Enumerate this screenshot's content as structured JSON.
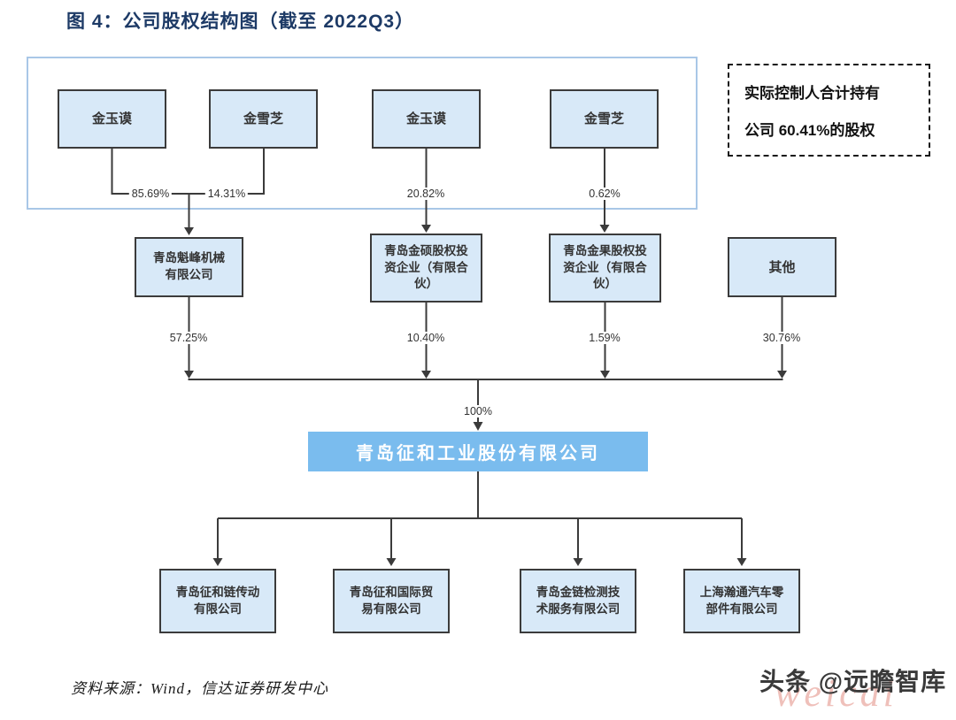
{
  "figure": {
    "title": "图 4：公司股权结构图（截至 2022Q3）",
    "source": "资料来源：Wind，信达证券研发中心"
  },
  "note_box": {
    "line1": "实际控制人合计持有",
    "line2": "公司 60.41%的股权"
  },
  "diagram": {
    "shareholders": [
      {
        "label": "金玉谟",
        "pct": "85.69%"
      },
      {
        "label": "金雪芝",
        "pct": "14.31%"
      },
      {
        "label": "金玉谟",
        "pct": "20.82%"
      },
      {
        "label": "金雪芝",
        "pct": "0.62%"
      }
    ],
    "holding_entities": [
      {
        "label": "青岛魁峰机械有限公司",
        "pct": "57.25%"
      },
      {
        "label": "青岛金硕股权投资企业（有限合伙）",
        "pct": "10.40%"
      },
      {
        "label": "青岛金果股权投资企业（有限合伙）",
        "pct": "1.59%"
      },
      {
        "label": "其他",
        "pct": "30.76%"
      }
    ],
    "company": {
      "label": "青岛征和工业股份有限公司",
      "pct": "100%"
    },
    "subsidiaries": [
      {
        "label": "青岛征和链传动有限公司"
      },
      {
        "label": "青岛征和国际贸易有限公司"
      },
      {
        "label": "青岛金链检测技术服务有限公司"
      },
      {
        "label": "上海瀚通汽车零部件有限公司"
      }
    ]
  },
  "footer": {
    "brand": "头条 @远瞻智库",
    "watermark": "weicai"
  },
  "colors": {
    "title_text": "#1d3a66",
    "node_fill": "#d8e9f8",
    "node_border": "#3b3b3b",
    "group_frame_border": "#a9c7e7",
    "company_fill": "#7abcee",
    "company_text": "#ffffff",
    "watermark_pink": "#e08276"
  }
}
